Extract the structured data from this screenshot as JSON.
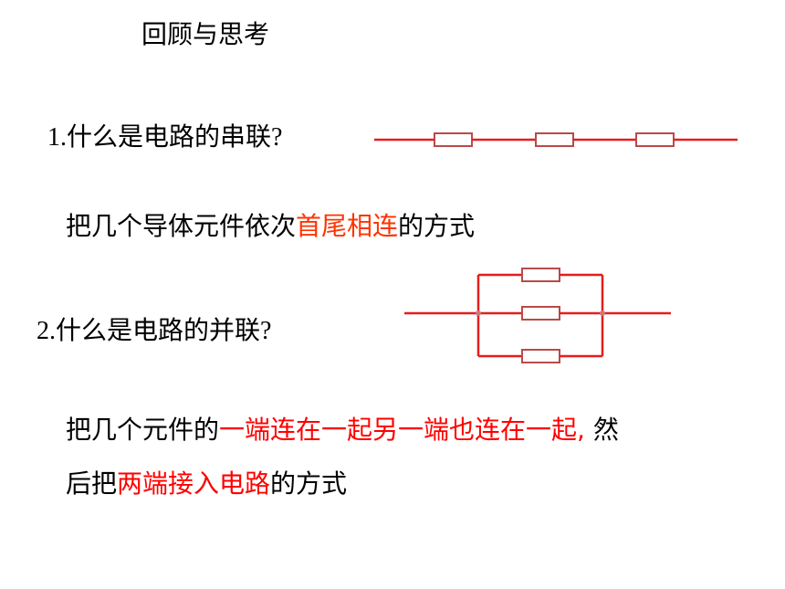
{
  "title": "回顾与思考",
  "q1": {
    "num": "1.",
    "text": "什么是电路的串联",
    "mark": "?"
  },
  "a1": {
    "pre": "把几个导体元件依次",
    "highlight": "首尾相连",
    "post": "的方式"
  },
  "q2": {
    "num": "2.",
    "text": "什么是电路的并联",
    "mark": "?"
  },
  "a2": {
    "line1_pre": "把几个元件的",
    "line1_highlight": "一端连在一起另一端也连在一起",
    "line1_comma": ",",
    "line1_post": " 然",
    "line2_pre": "后把",
    "line2_highlight": "两端接入电路",
    "line2_post": "的方式"
  },
  "colors": {
    "wire": "#e41e1e",
    "resistor": "#b94a4a",
    "highlight_orange": "#ff3300",
    "highlight_red": "#ff0000"
  },
  "icons": {
    "series_circuit": "series-circuit-icon",
    "parallel_circuit": "parallel-circuit-icon"
  }
}
